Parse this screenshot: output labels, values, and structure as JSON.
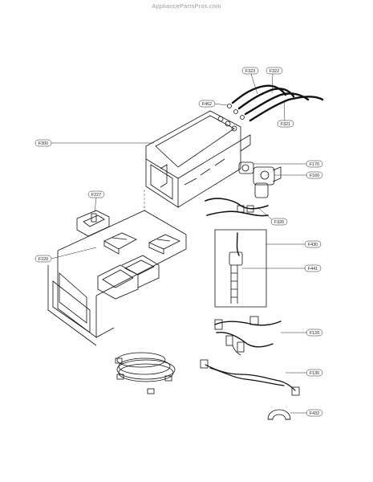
{
  "watermark": "AppliancePartsPros.com",
  "labels": {
    "F323": "F323",
    "F322": "F322",
    "F462": "F462",
    "F321": "F321",
    "F300": "F300",
    "F170": "F170",
    "F160": "F160",
    "F227": "F227",
    "F326": "F326",
    "F220": "F220",
    "F430": "F430",
    "F441": "F441",
    "F120": "F120",
    "F130": "F130",
    "F432": "F432"
  }
}
